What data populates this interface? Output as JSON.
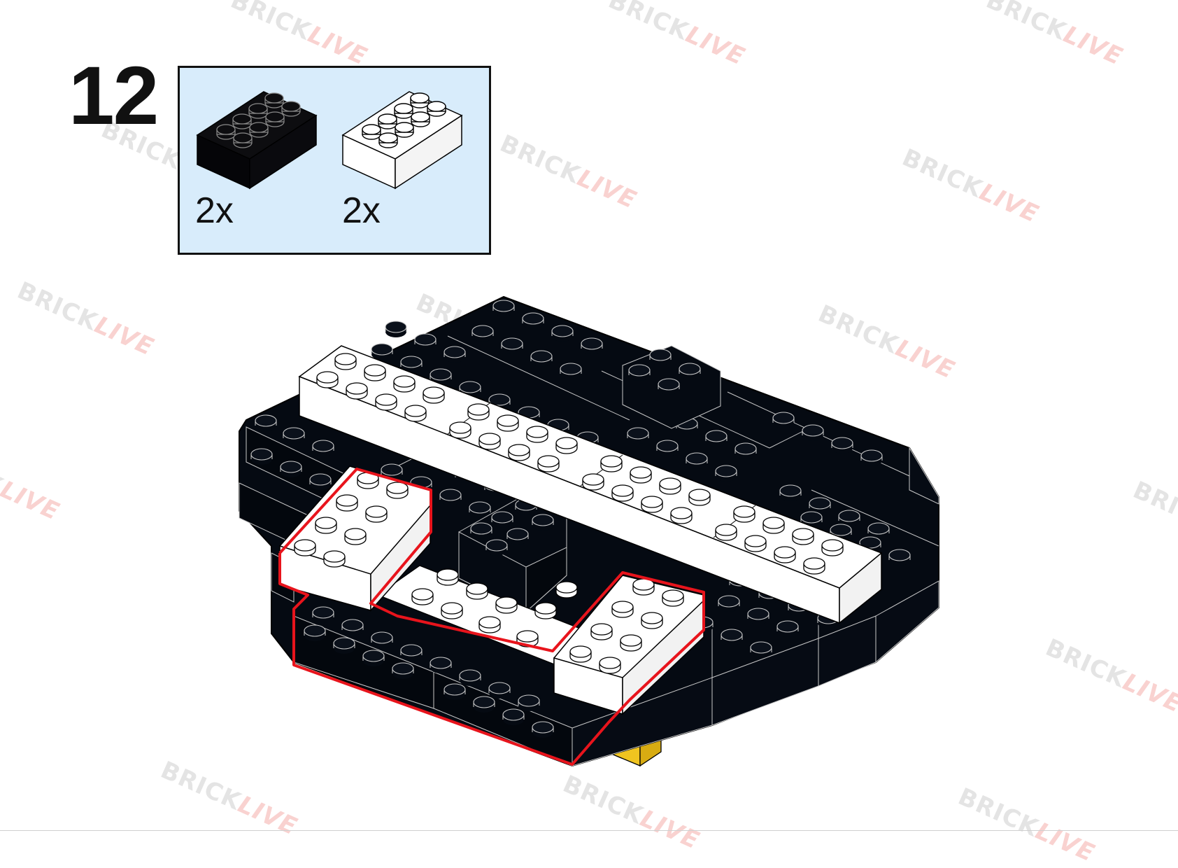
{
  "step": {
    "number": "12"
  },
  "parts": [
    {
      "color": "#0d0d10",
      "brick": "2x4 brick",
      "quantity": "2x"
    },
    {
      "color": "#ffffff",
      "brick": "2x4 brick",
      "quantity": "2x"
    }
  ],
  "watermark": {
    "brick": "BRICK",
    "live": "LIVE"
  },
  "colors": {
    "black_brick": "#050a12",
    "white_brick": "#ffffff",
    "yellow_brick": "#f5cd2f",
    "highlight": "#e8141c",
    "parts_bg": "#d8ecfb"
  }
}
